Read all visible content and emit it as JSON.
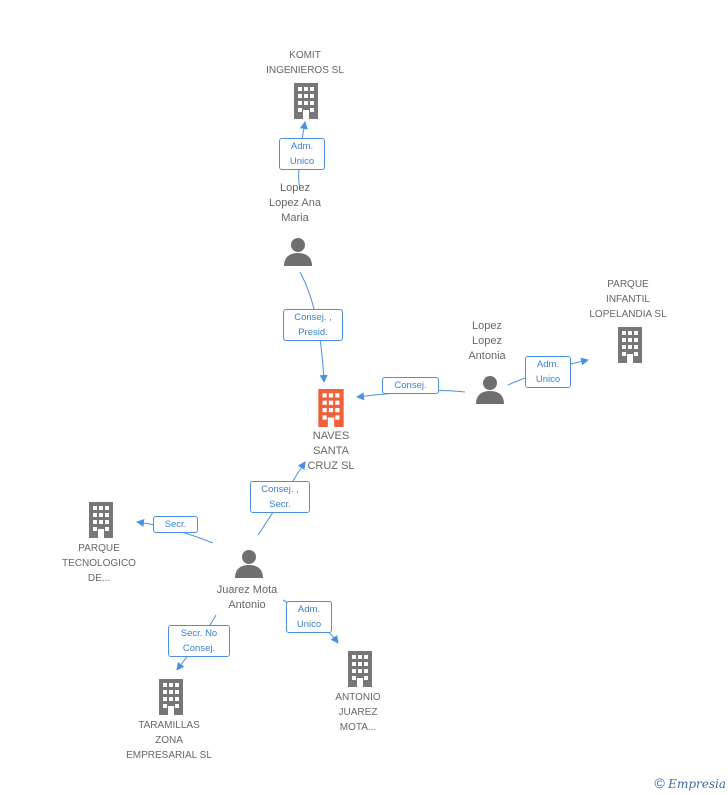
{
  "colors": {
    "highlight": "#f0603b",
    "company": "#777777",
    "person": "#6f6f6f",
    "edge": "#4a90e2"
  },
  "nodes": {
    "komit": {
      "label": "KOMIT\nINGENIEROS SL",
      "icon": "building-icon"
    },
    "lopez_ana": {
      "label": "Lopez\nLopez Ana\nMaria",
      "icon": "person-icon"
    },
    "naves": {
      "label": "NAVES\nSANTA\nCRUZ SL",
      "icon": "building-icon"
    },
    "lopez_antonia": {
      "label": "Lopez\nLopez\nAntonia",
      "icon": "person-icon"
    },
    "parque_infantil": {
      "label": "PARQUE\nINFANTIL\nLOPELANDIA SL",
      "icon": "building-icon"
    },
    "parque_tecnologico": {
      "label": "PARQUE\nTECNOLOGICO\nDE...",
      "icon": "building-icon"
    },
    "juarez": {
      "label": "Juarez Mota\nAntonio",
      "icon": "person-icon"
    },
    "taramillas": {
      "label": "TARAMILLAS\nZONA\nEMPRESARIAL SL",
      "icon": "building-icon"
    },
    "antonio_juarez": {
      "label": "ANTONIO\nJUAREZ\nMOTA...",
      "icon": "building-icon"
    }
  },
  "relations": {
    "r1": "Adm.\nUnico",
    "r2": "Consej. ,\nPresid.",
    "r3": "Consej.",
    "r4": "Adm.\nUnico",
    "r5": "Consej. ,\nSecr.",
    "r6": "Secr.",
    "r7": "Secr.  No\nConsej.",
    "r8": "Adm.\nUnico"
  },
  "footer": {
    "copyright": "©",
    "brand_initial": "E",
    "brand_rest": "mpresia"
  }
}
